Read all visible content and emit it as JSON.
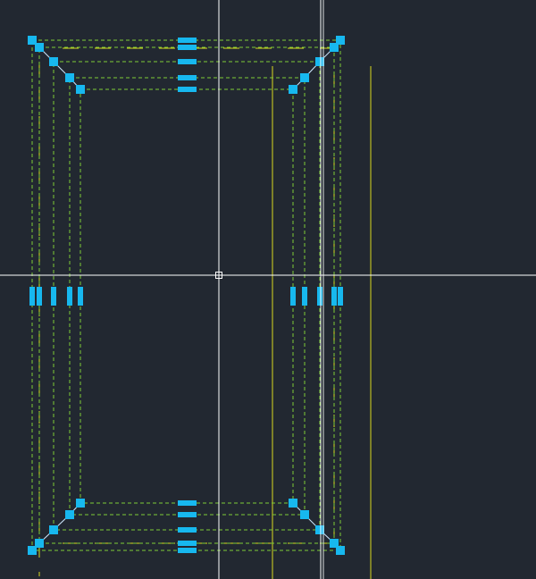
{
  "app": {
    "view": "model-space",
    "background_color": "#222831"
  },
  "colors": {
    "crosshair": "#ffffff",
    "edge_lines": "#7dcc36",
    "yellow_lines": "#d8d820",
    "grips": "#17b8ef",
    "grip_connectors": "#cfe8ff",
    "pickbox": "#ffffff"
  },
  "icons": {
    "crosshair": "crosshair-cursor-icon",
    "pickbox": "pickbox-icon",
    "vertex_grip": "vertex-grip-icon",
    "midpoint_grip": "midpoint-grip-icon"
  },
  "selection": {
    "selected_objects": 4,
    "grip_state": "unselected-cold"
  }
}
